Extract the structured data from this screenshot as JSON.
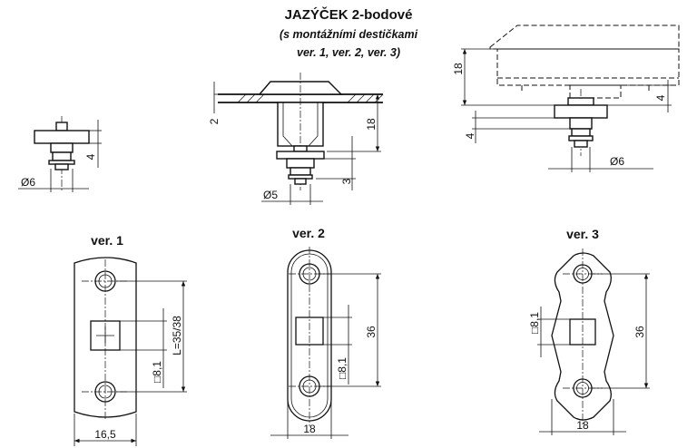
{
  "title": "JAZÝČEK 2-bodové",
  "subtitle_line1": "(s montážními destičkami",
  "subtitle_line2": "ver. 1, ver. 2, ver. 3)",
  "views": {
    "small_side": {
      "dim_height": "4",
      "dim_diameter": "Ø6"
    },
    "mounted": {
      "dim_panel": "2",
      "dim_body": "18",
      "dim_tip": "3",
      "dim_diameter": "Ø5"
    },
    "cabinet": {
      "dim_height": "18",
      "dim_upper": "4",
      "dim_lower": "4",
      "dim_diameter": "Ø6"
    }
  },
  "ver1": {
    "label": "ver. 1",
    "dim_width": "16,5",
    "dim_length": "L=35/38",
    "dim_square": "□8,1"
  },
  "ver2": {
    "label": "ver. 2",
    "dim_width": "18",
    "dim_length": "36",
    "dim_square": "□8,1"
  },
  "ver3": {
    "label": "ver. 3",
    "dim_width": "18",
    "dim_length": "36",
    "dim_square": "□8,1"
  }
}
